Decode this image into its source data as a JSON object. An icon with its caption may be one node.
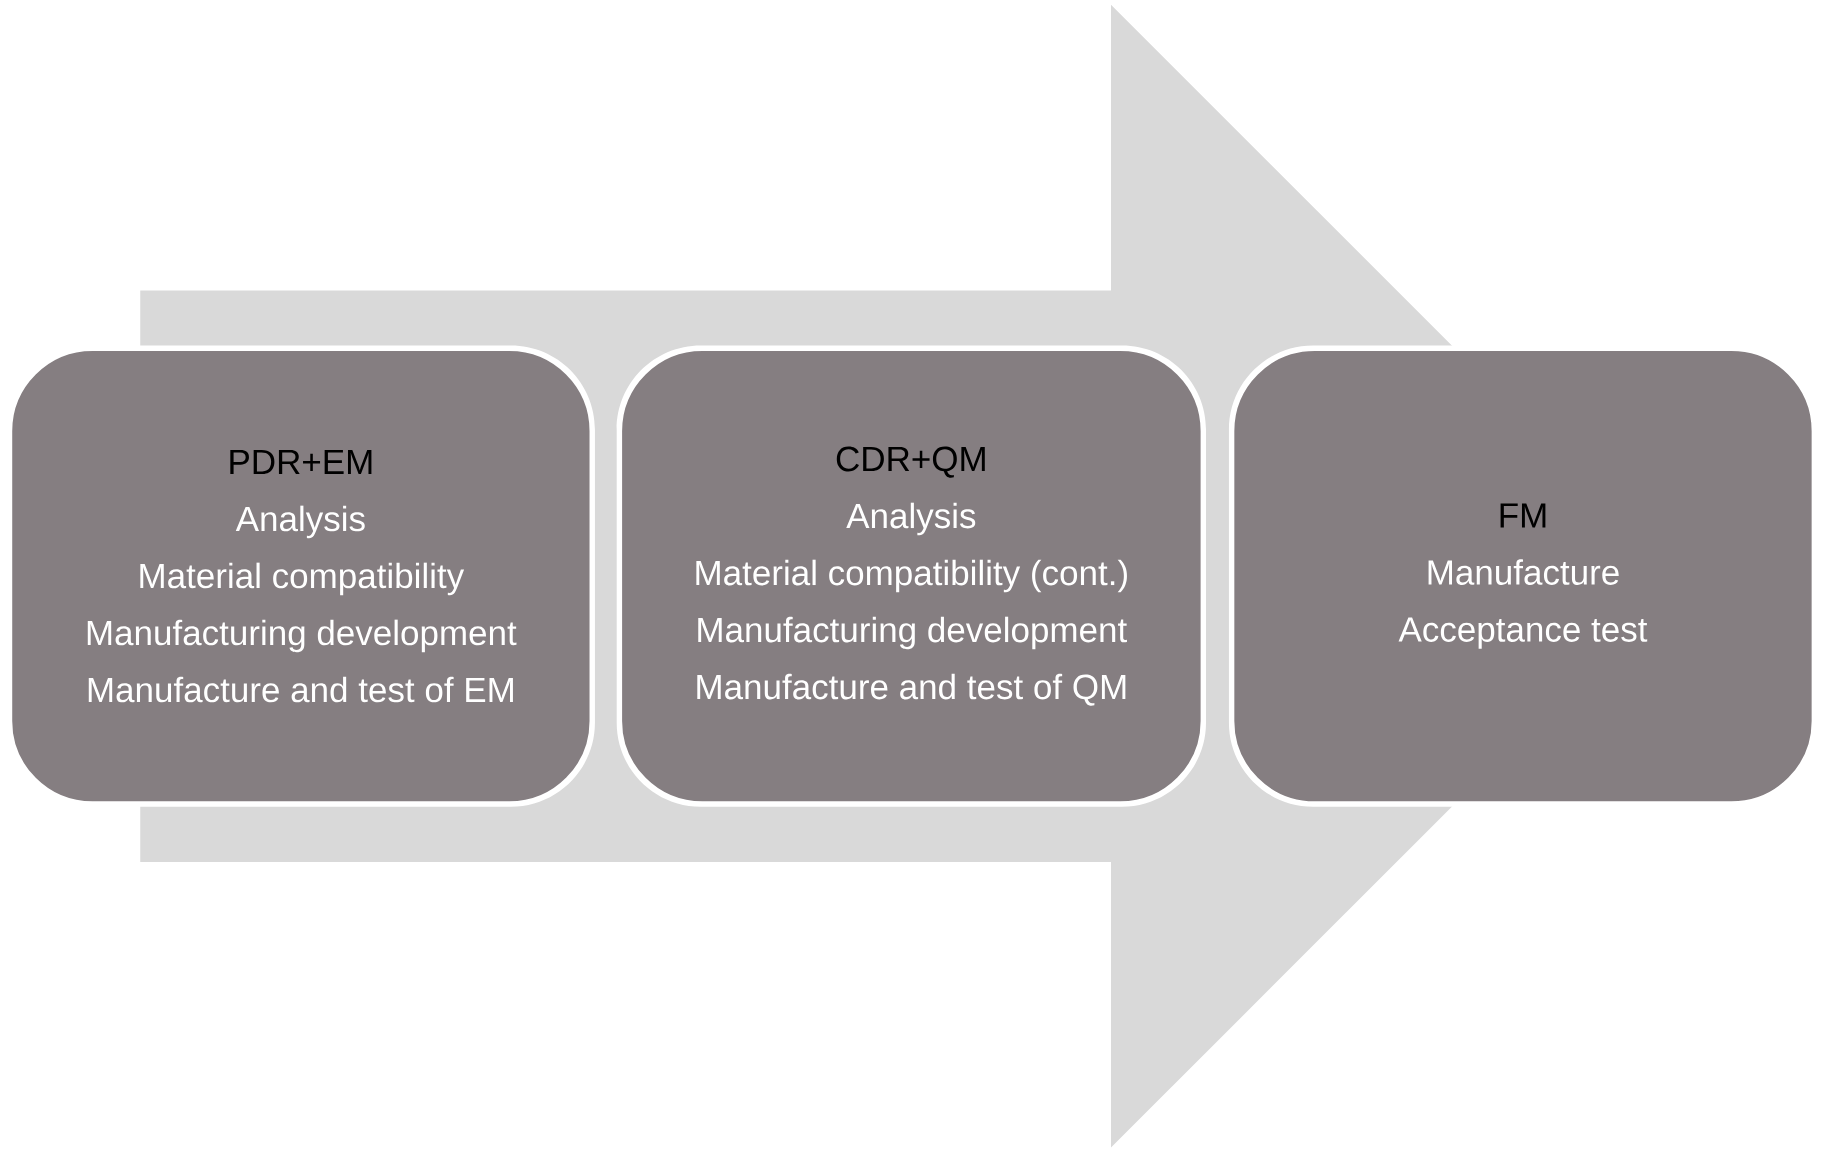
{
  "diagram": {
    "nodes": [
      {
        "text": [
          "PDR+EM",
          "Analysis",
          "Material compatibility",
          "Manufacturing development",
          "Manufacture and test of EM"
        ]
      },
      {
        "text": [
          "CDR+QM",
          "Analysis",
          "Material compatibility (cont.)",
          "Manufacturing development",
          "Manufacture and test of QM"
        ]
      },
      {
        "text": [
          "FM",
          "Manufacture",
          "Acceptance test"
        ]
      }
    ],
    "edges": [
      {
        "from": 0,
        "to": 2,
        "arrow": "to"
      }
    ]
  }
}
